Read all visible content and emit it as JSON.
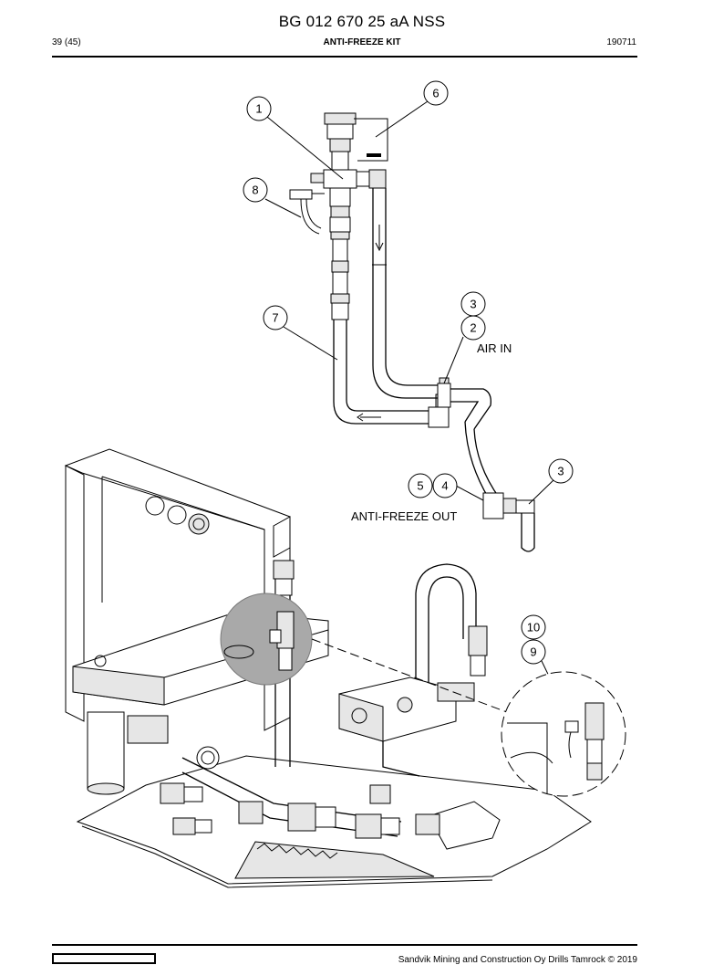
{
  "header": {
    "doc_number": "BG 012 670 25 aA NSS",
    "page": "39 (45)",
    "section": "ANTI-FREEZE KIT",
    "date": "190711"
  },
  "callouts": [
    "1",
    "2",
    "3",
    "3",
    "4",
    "5",
    "6",
    "7",
    "8",
    "9",
    "10"
  ],
  "labels": {
    "air_in": "AIR IN",
    "anti_freeze_out": "ANTI-FREEZE OUT"
  },
  "footer": {
    "copyright": "Sandvik Mining and Construction Oy Drills Tamrock © 2019"
  }
}
